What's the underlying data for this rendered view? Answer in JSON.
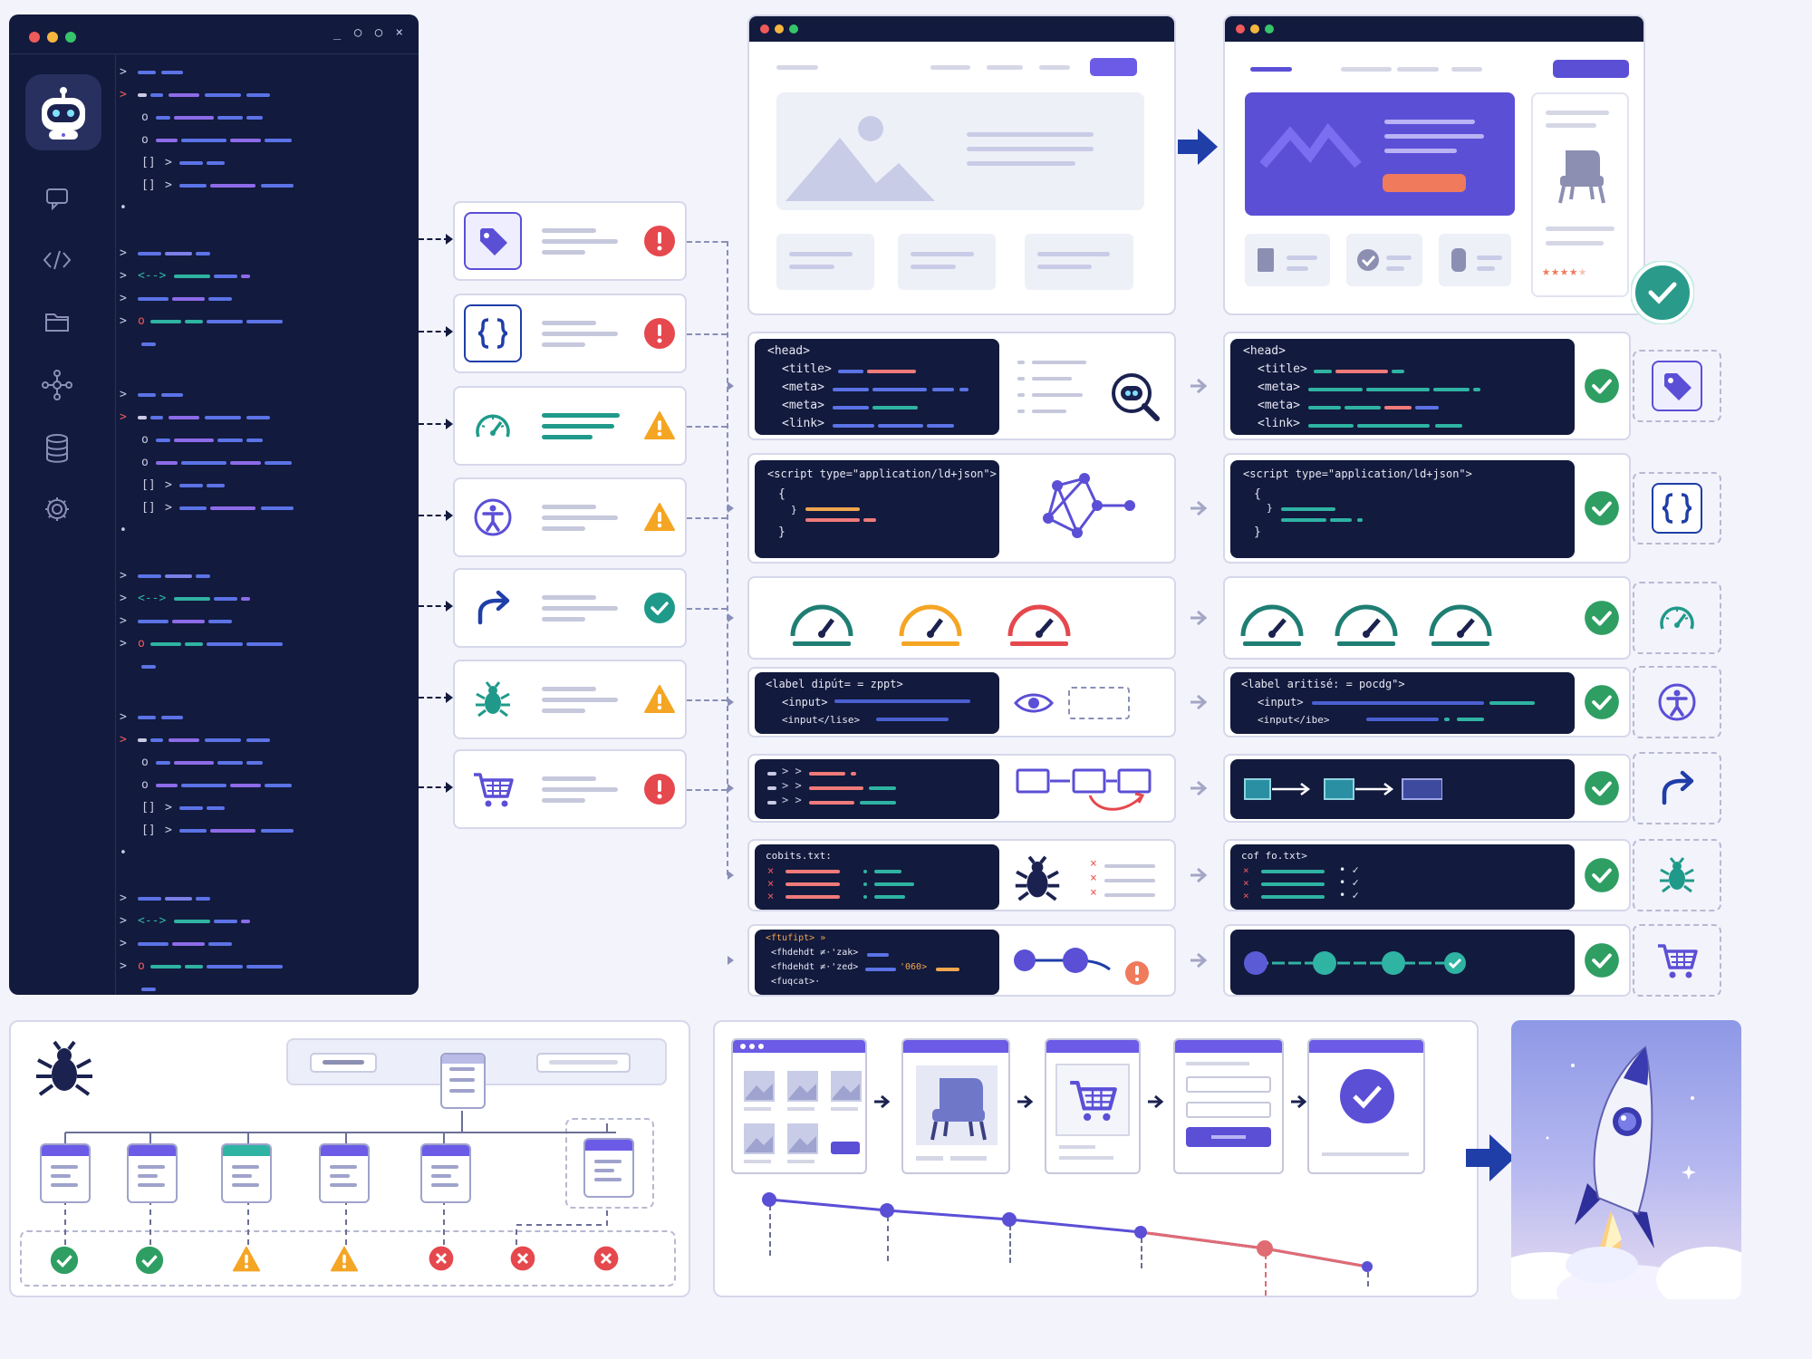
{
  "colors": {
    "navy": "#121a3d",
    "accent": "#5b4fd6",
    "teal": "#1f9a8a",
    "green": "#2f9e63",
    "red": "#e5484d",
    "amber": "#f5a524",
    "gray": "#c6c8dc",
    "coral": "#f07a5c"
  },
  "window_controls": {
    "editor": "_ ○ ○ ×"
  },
  "editor": {
    "sidebar_icons": [
      "robot-avatar-icon",
      "chat-icon",
      "code-icon",
      "folder-icon",
      "network-icon",
      "database-icon",
      "gear-icon"
    ]
  },
  "issues": [
    {
      "icon": "tag-icon",
      "status": "error"
    },
    {
      "icon": "braces-icon",
      "status": "error"
    },
    {
      "icon": "speed-gauge-icon",
      "status": "warning"
    },
    {
      "icon": "accessibility-icon",
      "status": "warning"
    },
    {
      "icon": "redirect-arrow-icon",
      "status": "ok"
    },
    {
      "icon": "bug-icon",
      "status": "warning"
    },
    {
      "icon": "cart-icon",
      "status": "error"
    }
  ],
  "code": {
    "head_open": "<head>",
    "title": "<title>",
    "meta": "<meta>",
    "link": "<link>",
    "script_ld": "<script type=\"application/ld+json\">",
    "brace_open": "{",
    "brace_close": "}",
    "label_before": "<label dipút= = zppt>",
    "label_after": "<label aritisé: = pocdg\">",
    "input": "<input>",
    "input_before_close": "<input</lise>",
    "input_after_close": "<input</ibe>",
    "robots_before": "cobits.txt:",
    "robots_after": "cof fo.txt>",
    "checkout_1": "<ftufipt> »",
    "checkout_2": "<fhdehdt ≠·'zak>",
    "checkout_3": "<fhdehdt ≠·'zed>",
    "checkout_3b": "'060>",
    "checkout_4": "<fuqcat>·"
  },
  "fix_rows": [
    {
      "before": "head-meta",
      "after_status": "ok",
      "tile": "tag-icon"
    },
    {
      "before": "structured-data",
      "after_status": "ok",
      "tile": "braces-icon"
    },
    {
      "before": "speed",
      "after_status": "ok",
      "tile": "speed-gauge-icon"
    },
    {
      "before": "accessibility",
      "after_status": "ok",
      "tile": "accessibility-icon"
    },
    {
      "before": "redirects",
      "after_status": "ok",
      "tile": "redirect-arrow-icon"
    },
    {
      "before": "robots",
      "after_status": "ok",
      "tile": "bug-icon"
    },
    {
      "before": "checkout",
      "after_status": "ok",
      "tile": "cart-icon"
    }
  ],
  "crawl_tree": {
    "results": [
      "ok",
      "ok",
      "warning",
      "warning",
      "error",
      "error",
      "error"
    ]
  },
  "journey": {
    "steps": [
      "listing",
      "product",
      "cart",
      "form",
      "confirmation"
    ]
  },
  "product_rating": {
    "stars_filled": 4,
    "stars_total": 5
  }
}
